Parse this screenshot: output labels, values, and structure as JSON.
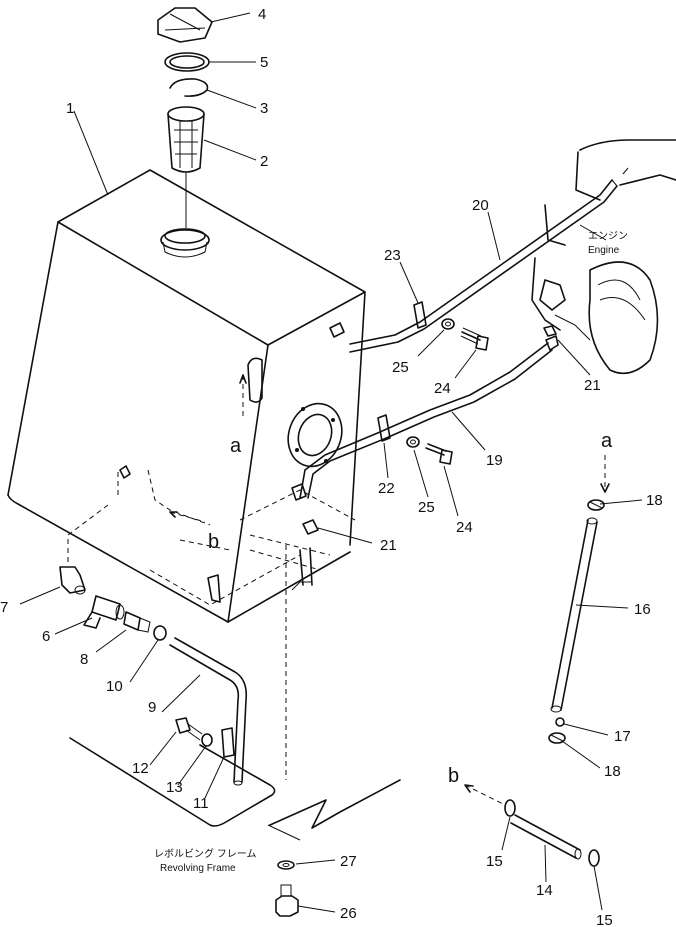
{
  "callouts": {
    "n1": "1",
    "n2": "2",
    "n3": "3",
    "n4": "4",
    "n5": "5",
    "n6": "6",
    "n7": "7",
    "n8": "8",
    "n9": "9",
    "n10": "10",
    "n11": "11",
    "n12": "12",
    "n13": "13",
    "n14": "14",
    "n15a": "15",
    "n15b": "15",
    "n16": "16",
    "n17": "17",
    "n18a": "18",
    "n18b": "18",
    "n19": "19",
    "n20": "20",
    "n21a": "21",
    "n21b": "21",
    "n22": "22",
    "n23": "23",
    "n24a": "24",
    "n24b": "24",
    "n25a": "25",
    "n25b": "25",
    "n26": "26",
    "n27": "27"
  },
  "refs": {
    "a_top": "a",
    "a_right": "a",
    "b_mid": "b",
    "b_bottom": "b"
  },
  "labels": {
    "engine_jp": "エンジン",
    "engine_en": "Engine",
    "frame_jp": "レボルビング フレーム",
    "frame_en": "Revolving Frame"
  }
}
